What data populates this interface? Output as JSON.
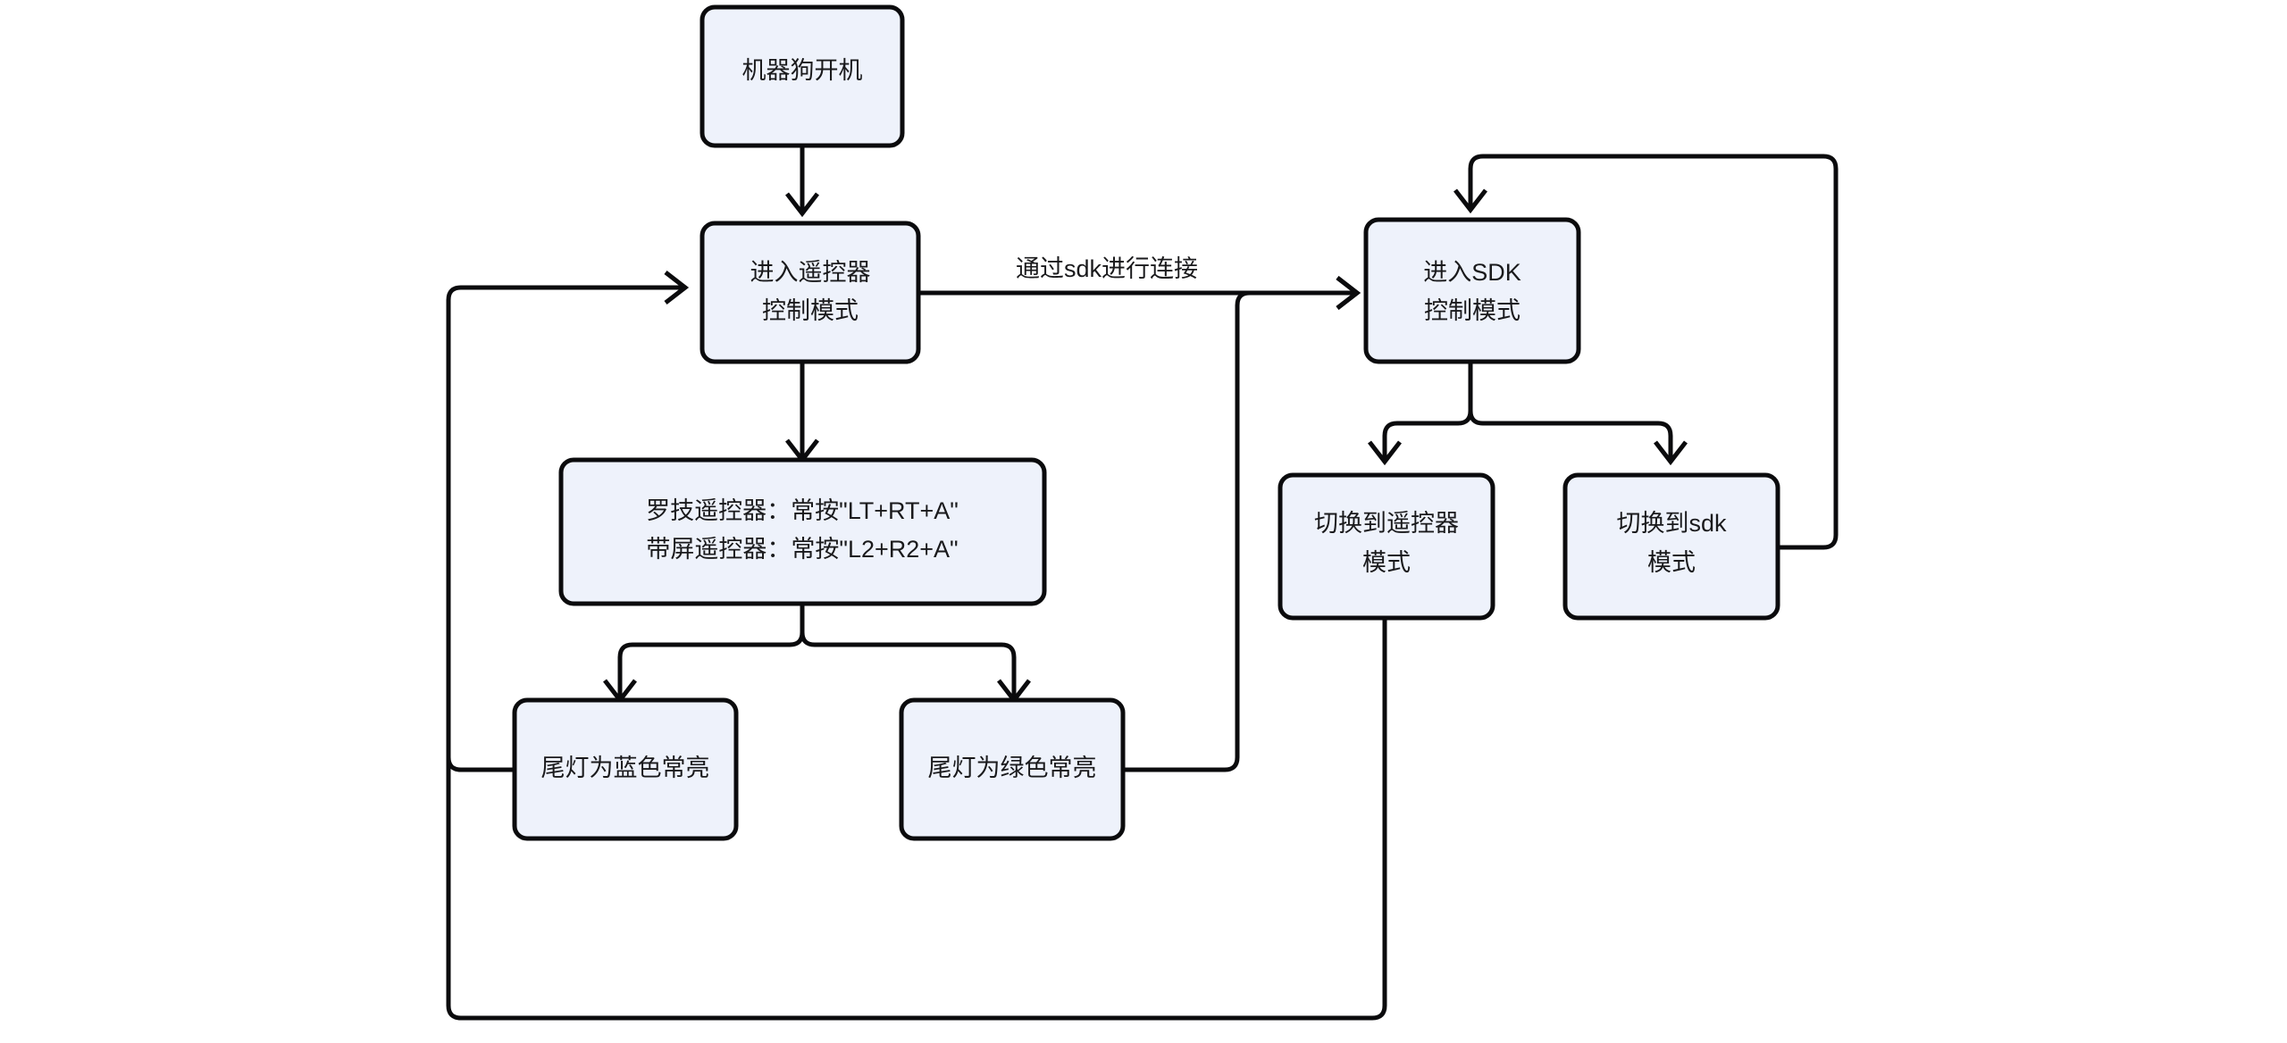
{
  "diagram": {
    "type": "flowchart",
    "title": "",
    "background_color": "#ffffff",
    "node_fill_color": "#eef2fb",
    "node_border_color": "#0b0b0d",
    "edge_color": "#0b0b0d",
    "text_color": "#1a1a1c",
    "nodes": [
      {
        "id": "power-on",
        "lines": [
          "机器狗开机"
        ]
      },
      {
        "id": "remote-mode",
        "lines": [
          "进入遥控器",
          "控制模式"
        ]
      },
      {
        "id": "sdk-mode",
        "lines": [
          "进入SDK",
          "控制模式"
        ]
      },
      {
        "id": "key-combo",
        "lines": [
          "罗技遥控器：常按\"LT+RT+A\"",
          "带屏遥控器：常按\"L2+R2+A\""
        ]
      },
      {
        "id": "tail-blue",
        "lines": [
          "尾灯为蓝色常亮"
        ]
      },
      {
        "id": "tail-green",
        "lines": [
          "尾灯为绿色常亮"
        ]
      },
      {
        "id": "switch-remote",
        "lines": [
          "切换到遥控器",
          "模式"
        ]
      },
      {
        "id": "switch-sdk",
        "lines": [
          "切换到sdk",
          "模式"
        ]
      }
    ],
    "edges": [
      {
        "id": "power-on-to-remote-mode",
        "from": "power-on",
        "to": "remote-mode",
        "label": ""
      },
      {
        "id": "remote-mode-to-sdk-mode",
        "from": "remote-mode",
        "to": "sdk-mode",
        "label": "通过sdk进行连接"
      },
      {
        "id": "remote-mode-to-key-combo",
        "from": "remote-mode",
        "to": "key-combo",
        "label": ""
      },
      {
        "id": "key-combo-to-tail-blue",
        "from": "key-combo",
        "to": "tail-blue",
        "label": ""
      },
      {
        "id": "key-combo-to-tail-green",
        "from": "key-combo",
        "to": "tail-green",
        "label": ""
      },
      {
        "id": "tail-blue-to-remote-mode",
        "from": "tail-blue",
        "to": "remote-mode",
        "label": ""
      },
      {
        "id": "tail-green-to-sdk-mode",
        "from": "tail-green",
        "to": "sdk-mode",
        "label": ""
      },
      {
        "id": "sdk-mode-to-switch-remote",
        "from": "sdk-mode",
        "to": "switch-remote",
        "label": ""
      },
      {
        "id": "sdk-mode-to-switch-sdk",
        "from": "sdk-mode",
        "to": "switch-sdk",
        "label": ""
      },
      {
        "id": "switch-remote-to-remote-mode",
        "from": "switch-remote",
        "to": "remote-mode",
        "label": ""
      },
      {
        "id": "switch-sdk-to-sdk-mode",
        "from": "switch-sdk",
        "to": "sdk-mode",
        "label": ""
      }
    ]
  }
}
